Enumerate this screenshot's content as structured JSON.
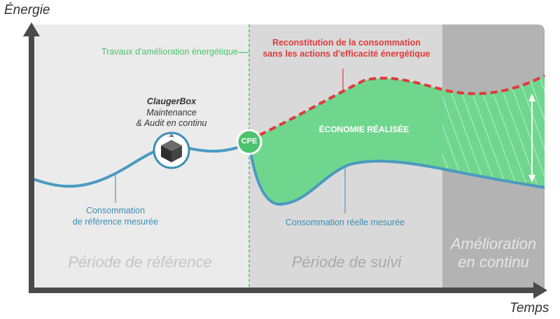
{
  "axes": {
    "y_label": "Énergie",
    "x_label": "Temps"
  },
  "annotations": {
    "works": "Travaux d'amélioration énergétique",
    "reconstitution_line1": "Reconstitution de la consommation",
    "reconstitution_line2": "sans les actions d'efficacité énergétique",
    "claugerbox_title": "ClaugerBox",
    "claugerbox_line1": "Maintenance",
    "claugerbox_line2": "& Audit en continu",
    "savings": "ÉCONOMIE RÉALISÉE",
    "cpe": "CPE",
    "reference_line1": "Consommation",
    "reference_line2": "de référence mesurée",
    "actual": "Consommation réelle mesurée"
  },
  "periods": {
    "reference": "Période de référence",
    "monitoring": "Période de suivi",
    "continuous_line1": "Amélioration",
    "continuous_line2": "en continu"
  },
  "colors": {
    "reference_bg": "#ebebeb",
    "monitoring_bg": "#d9d9d9",
    "continuous_bg": "#b3b3b3",
    "axis": "#4a4a4a",
    "measured_line": "#4a9ac0",
    "reconstructed_line": "#e03a3a",
    "savings_fill": "#6fd68e",
    "works_line": "#4cc36c"
  },
  "icons": {
    "claugerbox": "claugerbox-cube-icon",
    "savings_range": "double-arrow-icon"
  }
}
